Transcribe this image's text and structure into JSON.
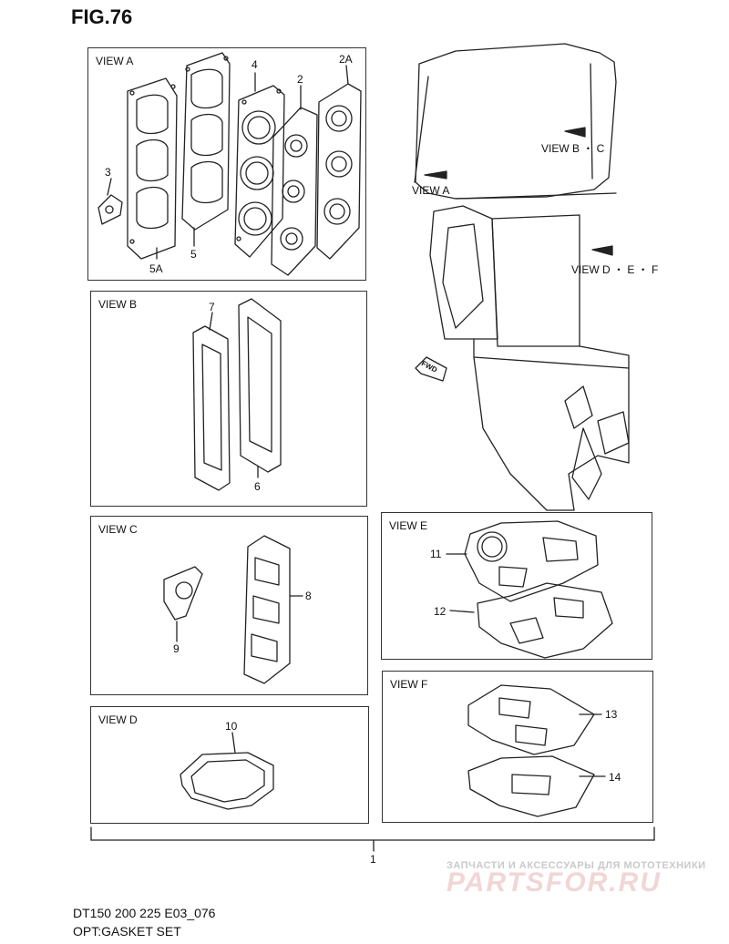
{
  "figure": {
    "title": "FIG.76"
  },
  "views": {
    "a": {
      "label": "VIEW A",
      "callouts": {
        "p4": "4",
        "p2": "2",
        "p2a": "2A",
        "p3": "3",
        "p5a": "5A",
        "p5": "5"
      }
    },
    "b": {
      "label": "VIEW B",
      "callouts": {
        "p7": "7",
        "p6": "6"
      }
    },
    "c": {
      "label": "VIEW C",
      "callouts": {
        "p8": "8",
        "p9": "9"
      }
    },
    "d": {
      "label": "VIEW D",
      "callouts": {
        "p10": "10"
      }
    },
    "e": {
      "label": "VIEW E",
      "callouts": {
        "p11": "11",
        "p12": "12"
      }
    },
    "f": {
      "label": "VIEW F",
      "callouts": {
        "p13": "13",
        "p14": "14"
      }
    }
  },
  "engine": {
    "pointer_a": "VIEW A",
    "pointer_bc": "VIEW B ・ C",
    "pointer_def": "VIEW D ・ E ・ F",
    "fwd": "FWD"
  },
  "set_callout": "1",
  "footer": {
    "model": "DT150 200 225 E03_076",
    "name": "OPT:GASKET SET"
  },
  "watermark": {
    "tagline": "ЗАПЧАСТИ И АКСЕССУАРЫ ДЛЯ МОТОТЕХНИКИ",
    "logo": "PARTSFOR.RU"
  }
}
